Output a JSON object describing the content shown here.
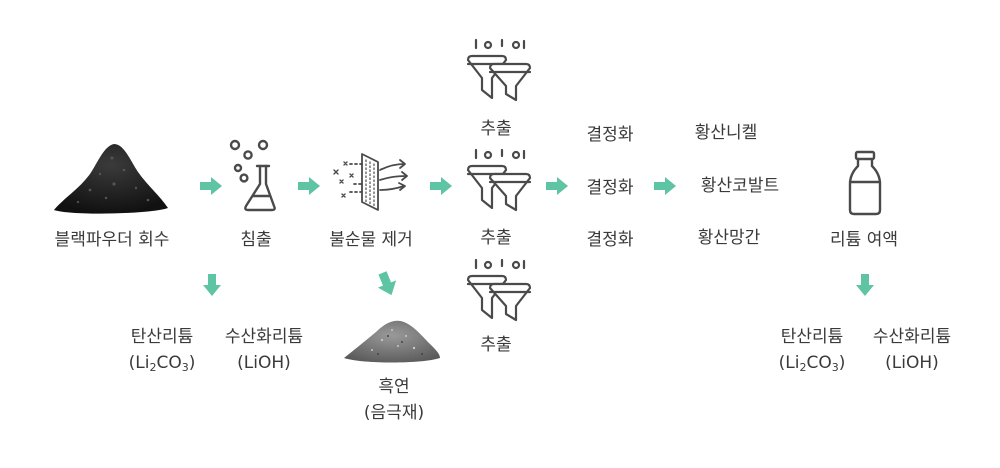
{
  "colors": {
    "arrow": "#5ec4a3",
    "icon": "#4a4a4a",
    "text": "#3a3a3a"
  },
  "steps": {
    "black_powder": "블랙파우더 회수",
    "leaching": "침출",
    "impurity_removal": "불순물 제거",
    "extraction": [
      "추출",
      "추출",
      "추출"
    ],
    "crystallization": [
      "결정화",
      "결정화",
      "결정화"
    ],
    "sulfates": [
      "황산니켈",
      "황산코발트",
      "황산망간"
    ],
    "lithium_solution": "리튬 여액"
  },
  "byproducts": {
    "left": {
      "carbonate_name": "탄산리튬",
      "carbonate_formula": {
        "open": "(Li",
        "sub1": "2",
        "mid": "CO",
        "sub2": "3",
        "close": ")"
      },
      "hydroxide_name": "수산화리튬",
      "hydroxide_formula": "(LiOH)"
    },
    "graphite": {
      "name": "흑연",
      "note": "(음극재)"
    },
    "right": {
      "carbonate_name": "탄산리튬",
      "carbonate_formula": {
        "open": "(Li",
        "sub1": "2",
        "mid": "CO",
        "sub2": "3",
        "close": ")"
      },
      "hydroxide_name": "수산화리튬",
      "hydroxide_formula": "(LiOH)"
    }
  }
}
